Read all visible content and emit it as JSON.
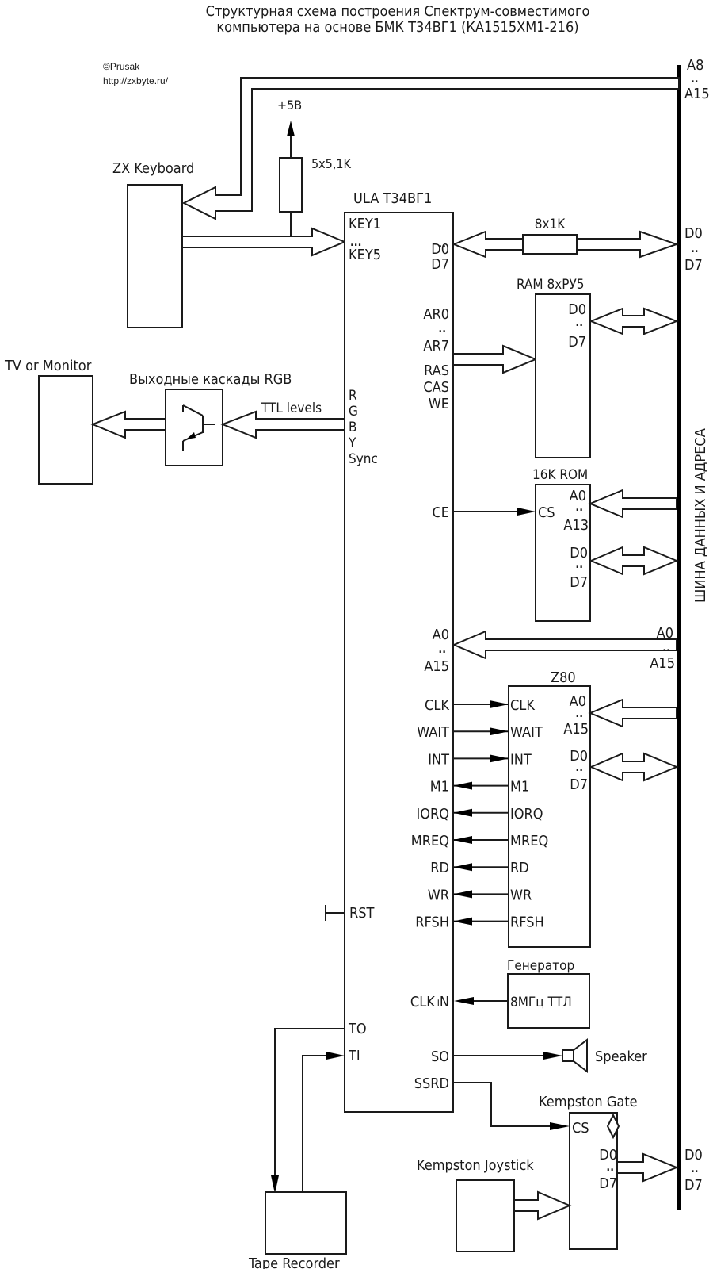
{
  "title": {
    "line1": "Структурная схема построения Спектрум-совместимого",
    "line2": "компьютера на основе БМК Т34ВГ1 (КА1515ХМ1-216)"
  },
  "credits": {
    "author": "©Prusak",
    "url": "http://zxbyte.ru/"
  },
  "bus": {
    "label": "ШИНА ДАННЫХ И АДРЕСА",
    "top_pins": [
      "A8",
      "..",
      "A15"
    ],
    "data_pins_top": [
      "D0",
      "..",
      "D7"
    ],
    "data_pins_bottom": [
      "D0",
      "..",
      "D7"
    ],
    "addr_pins_mid": [
      "A0",
      "..",
      "A15"
    ]
  },
  "keyboard": {
    "label": "ZX Keyboard"
  },
  "pullup": {
    "supply": "+5В",
    "value": "5x5,1K"
  },
  "ula": {
    "label": "ULA Т34ВГ1",
    "left_pins": [
      "KEY1",
      "...",
      "KEY5",
      "R",
      "G",
      "B",
      "Y",
      "Sync",
      "RST",
      "TO",
      "TI"
    ],
    "right_pins": {
      "data": [
        "D0",
        "..",
        "D7"
      ],
      "ar": [
        "AR0",
        "..",
        "AR7"
      ],
      "ram_ctrl": [
        "RAS",
        "CAS",
        "WE"
      ],
      "ce": "CE",
      "addr": [
        "A0",
        "..",
        "A15"
      ],
      "cpu": [
        "CLK",
        "WAIT",
        "INT",
        "M1",
        "IORQ",
        "MREQ",
        "RD",
        "WR",
        "RFSH"
      ],
      "clk_in": "CLK_IN",
      "so": "SO",
      "ssrd": "SSRD"
    }
  },
  "series_resistor": {
    "value": "8x1K"
  },
  "ram": {
    "label": "RAM 8xРУ5",
    "pins": [
      "D0",
      "..",
      "D7"
    ]
  },
  "rom": {
    "label": "16K ROM",
    "cs": "CS",
    "addr": [
      "A0",
      "..",
      "A13"
    ],
    "data": [
      "D0",
      "..",
      "D7"
    ]
  },
  "z80": {
    "label": "Z80",
    "left_pins": [
      "CLK",
      "WAIT",
      "INT",
      "M1",
      "IORQ",
      "MREQ",
      "RD",
      "WR",
      "RFSH"
    ],
    "addr": [
      "A0",
      "..",
      "A15"
    ],
    "data": [
      "D0",
      "..",
      "D7"
    ]
  },
  "generator": {
    "label": "Генератор",
    "value": "8МГц ТТЛ"
  },
  "speaker": {
    "label": "Speaker"
  },
  "rgb_stage": {
    "label": "Выходные каскады RGB",
    "signal": "TTL levels"
  },
  "monitor": {
    "label": "TV or Monitor"
  },
  "tape": {
    "label": "Tape Recorder"
  },
  "kempston_gate": {
    "label": "Kempston Gate",
    "cs": "CS",
    "data": [
      "D0",
      "..",
      "D7"
    ]
  },
  "kempston_joystick": {
    "label": "Kempston Joystick"
  }
}
